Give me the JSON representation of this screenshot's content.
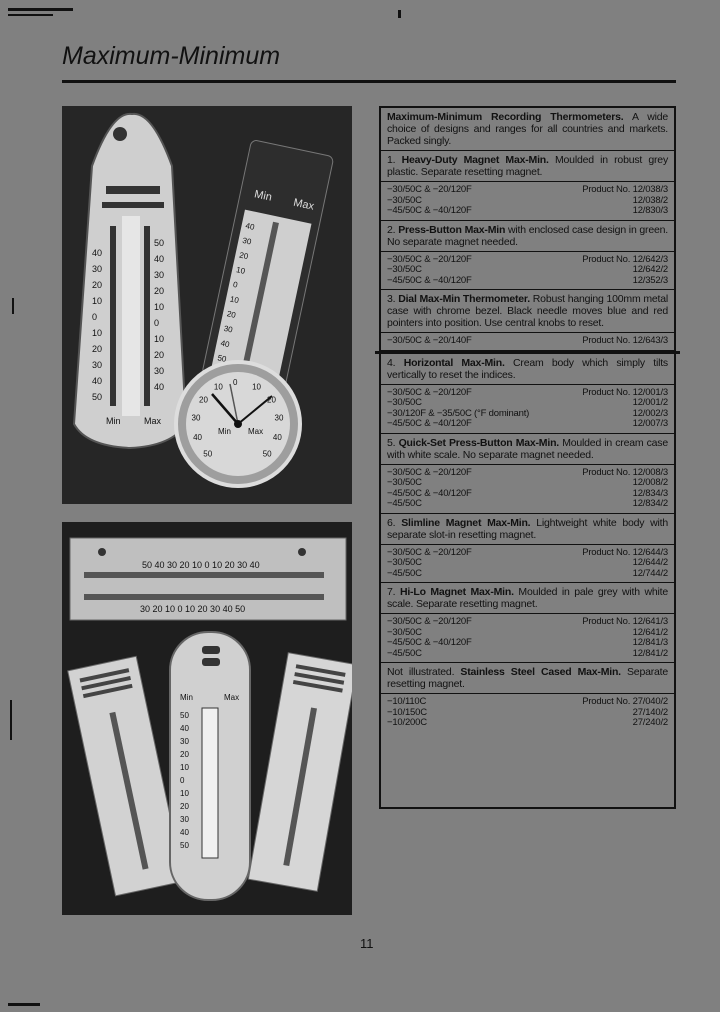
{
  "page": {
    "title": "Maximum-Minimum",
    "page_number": "11"
  },
  "photos": {
    "top": {
      "scale_a": [
        "40",
        "30",
        "20",
        "10",
        "0",
        "10",
        "20",
        "30",
        "40",
        "50"
      ],
      "scale_b": [
        "50",
        "40",
        "30",
        "20",
        "10",
        "0",
        "10",
        "20",
        "30",
        "40"
      ],
      "min_label": "Min",
      "max_label": "Max",
      "dial_min": "Min",
      "dial_max": "Max",
      "dial_ticks": [
        "50",
        "40",
        "30",
        "20",
        "10",
        "0",
        "10",
        "20",
        "30",
        "40",
        "50"
      ]
    },
    "bottom": {
      "horizontal_scale_top": "50 40 30 20 10 0 10 20 30 40",
      "horizontal_scale_bottom": "30 20 10 0 10 20 30 40 50",
      "min_label": "Min",
      "max_label": "Max",
      "tall_scale": [
        "50",
        "40",
        "30",
        "20",
        "10",
        "0",
        "10",
        "20",
        "30",
        "40",
        "50"
      ]
    }
  },
  "catalog": {
    "intro": {
      "bold": "Maximum-Minimum Recording Thermometers.",
      "text": " A wide choice of designs and ranges for all countries and markets. Packed singly."
    },
    "sections": [
      {
        "number": "1.",
        "bold": "Heavy-Duty Magnet Max-Min.",
        "text": " Moulded in robust grey plastic. Separate resetting magnet.",
        "rows": [
          {
            "range": "−30/50C & −20/120F",
            "code": "Product No. 12/038/3"
          },
          {
            "range": "−30/50C",
            "code": "12/038/2"
          },
          {
            "range": "−45/50C & −40/120F",
            "code": "12/830/3"
          }
        ]
      },
      {
        "number": "2.",
        "bold": "Press-Button Max-Min",
        "text": " with enclosed case design in green. No separate magnet needed.",
        "rows": [
          {
            "range": "−30/50C & −20/120F",
            "code": "Product No. 12/642/3"
          },
          {
            "range": "−30/50C",
            "code": "12/642/2"
          },
          {
            "range": "−45/50C & −40/120F",
            "code": "12/352/3"
          }
        ]
      },
      {
        "number": "3.",
        "bold": "Dial Max-Min Thermometer.",
        "text": " Robust hanging 100mm metal case with chrome bezel. Black needle moves blue and red pointers into position. Use central knobs to reset.",
        "rows": [
          {
            "range": "−30/50C & −20/140F",
            "code": "Product No. 12/643/3"
          }
        ]
      },
      {
        "number": "4.",
        "bold": "Horizontal Max-Min.",
        "text": " Cream body which simply tilts vertically to reset the indices.",
        "rows": [
          {
            "range": "−30/50C & −20/120F",
            "code": "Product No. 12/001/3"
          },
          {
            "range": "−30/50C",
            "code": "12/001/2"
          },
          {
            "range": "−30/120F & −35/50C (°F dominant)",
            "code": "12/002/3"
          },
          {
            "range": "−45/50C & −40/120F",
            "code": "12/007/3"
          }
        ]
      },
      {
        "number": "5.",
        "bold": "Quick-Set Press-Button Max-Min.",
        "text": " Moulded in cream case with white scale. No separate magnet needed.",
        "rows": [
          {
            "range": "−30/50C & −20/120F",
            "code": "Product No. 12/008/3"
          },
          {
            "range": "−30/50C",
            "code": "12/008/2"
          },
          {
            "range": "−45/50C & −40/120F",
            "code": "12/834/3"
          },
          {
            "range": "−45/50C",
            "code": "12/834/2"
          }
        ]
      },
      {
        "number": "6.",
        "bold": "Slimline Magnet Max-Min.",
        "text": " Lightweight white body with separate slot-in resetting magnet.",
        "rows": [
          {
            "range": "−30/50C & −20/120F",
            "code": "Product No. 12/644/3"
          },
          {
            "range": "−30/50C",
            "code": "12/644/2"
          },
          {
            "range": "−45/50C",
            "code": "12/744/2"
          }
        ]
      },
      {
        "number": "7.",
        "bold": "Hi-Lo Magnet Max-Min.",
        "text": " Moulded in pale grey with white scale. Separate resetting magnet.",
        "rows": [
          {
            "range": "−30/50C & −20/120F",
            "code": "Product No. 12/641/3"
          },
          {
            "range": "−30/50C",
            "code": "12/641/2"
          },
          {
            "range": "−45/50C & −40/120F",
            "code": "12/841/3"
          },
          {
            "range": "−45/50C",
            "code": "12/841/2"
          }
        ]
      },
      {
        "number": "",
        "bold": "",
        "text": "",
        "lead": "Not illustrated.",
        "bold2": "Stainless Steel Cased Max-Min.",
        "text2": " Separate resetting magnet.",
        "rows": [
          {
            "range": "−10/110C",
            "code": "Product No. 27/040/2"
          },
          {
            "range": "−10/150C",
            "code": "27/140/2"
          },
          {
            "range": "−10/200C",
            "code": "27/240/2"
          }
        ]
      }
    ]
  }
}
